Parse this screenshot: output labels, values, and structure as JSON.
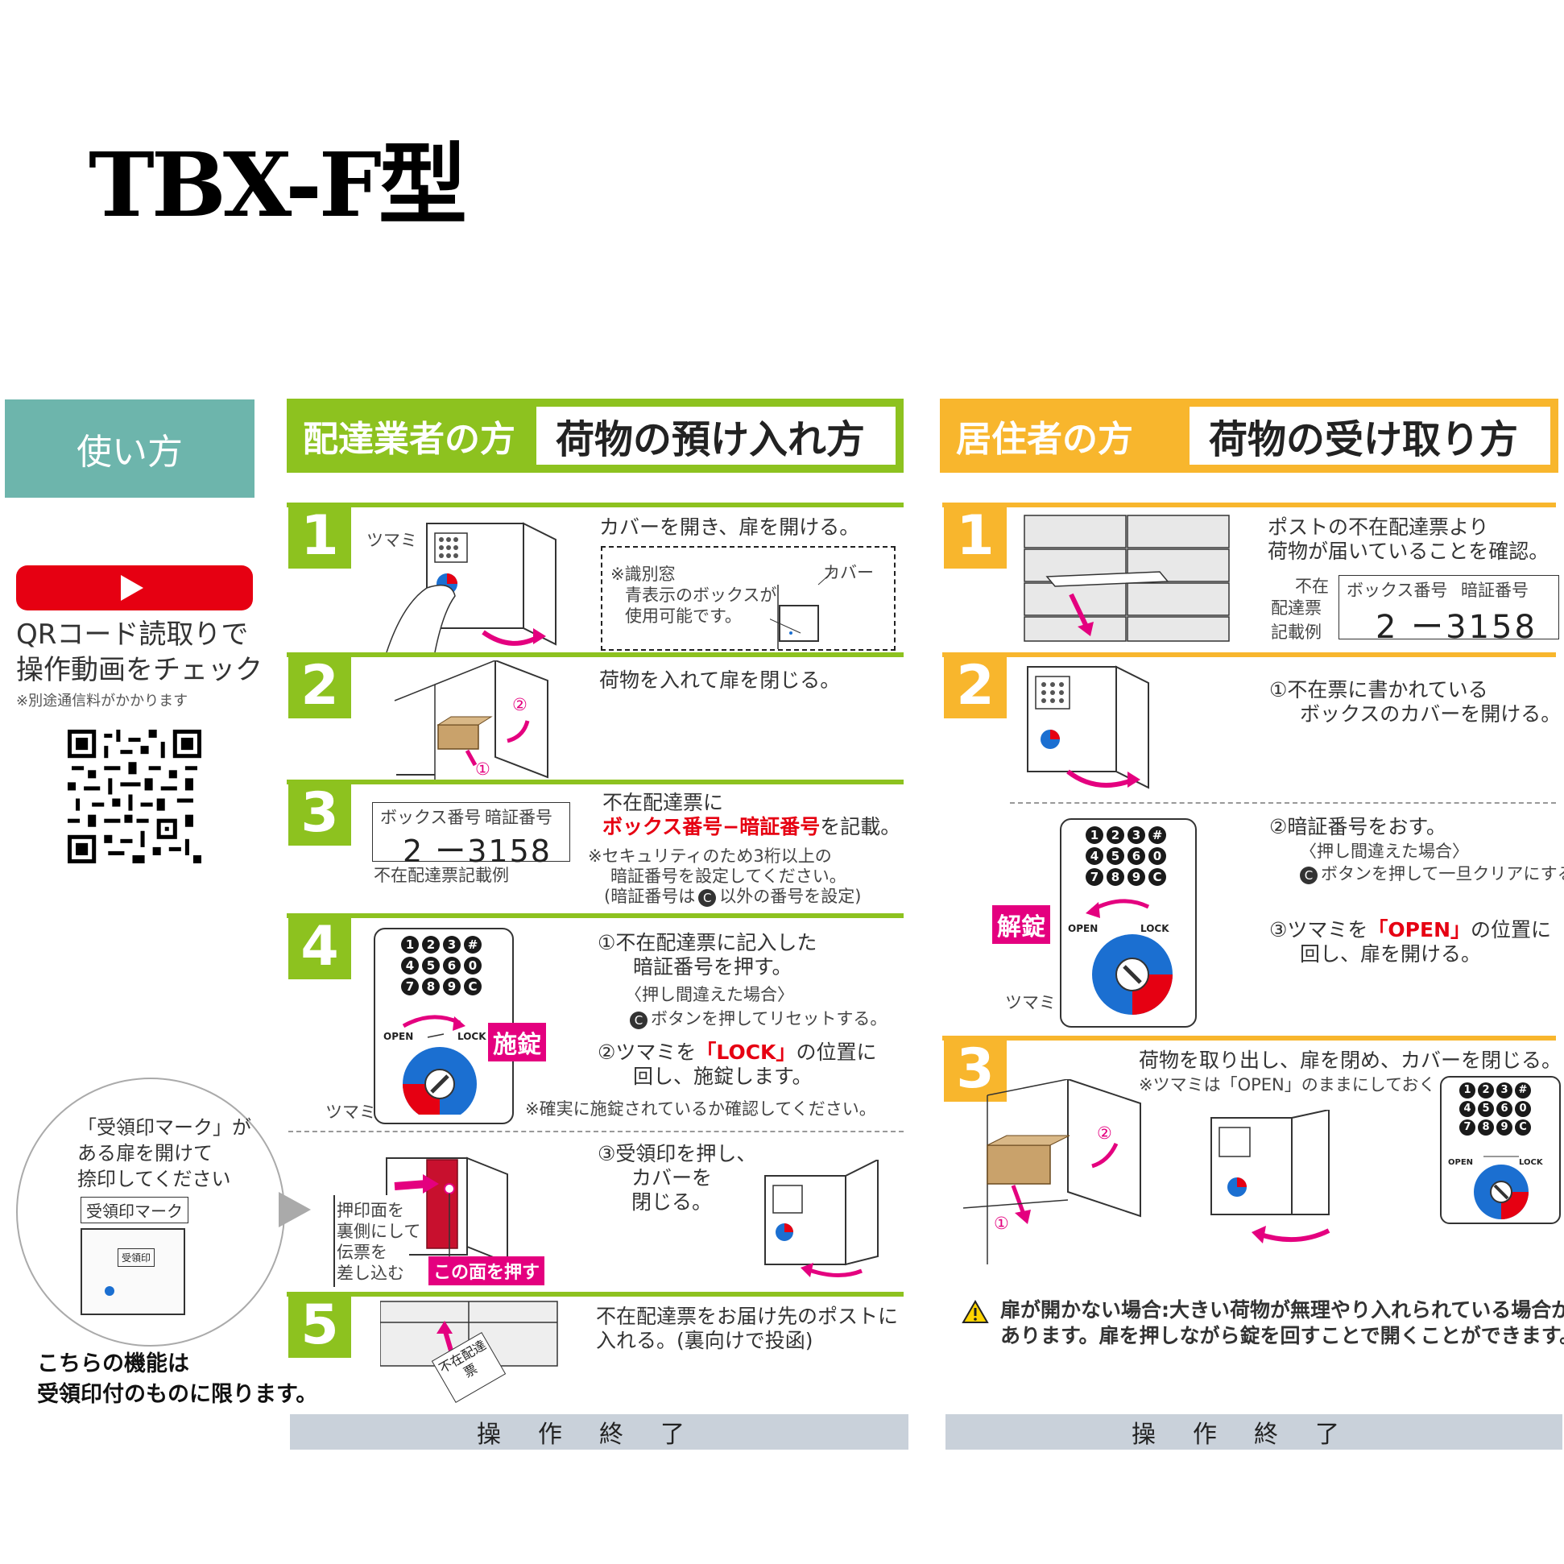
{
  "title": "TBX-F型",
  "sidebar": {
    "usage_label": "使い方",
    "qr_line1": "QRコード読取りで",
    "qr_line2": "操作動画をチェック",
    "qr_note": "※別途通信料がかかります",
    "bubble_line1": "「受領印マーク」が",
    "bubble_line2": "ある扉を開けて",
    "bubble_line3": "捺印してください",
    "mark_label": "受領印マーク",
    "mark_stamp": "受領印",
    "footnote_line1": "こちらの機能は",
    "footnote_line2": "受領印付のものに限ります。"
  },
  "left": {
    "header_label": "配達業者の方",
    "header_title": "荷物の預け入れ方",
    "s1": {
      "num": "1",
      "tsumami": "ツマミ",
      "text": "カバーを開き、扉を開ける。",
      "note1": "※識別窓",
      "note2": "青表示のボックスが",
      "note3": "使用可能です。",
      "cover": "カバー"
    },
    "s2": {
      "num": "2",
      "text": "荷物を入れて扉を閉じる。",
      "c1": "①",
      "c2": "②"
    },
    "s3": {
      "num": "3",
      "box_label": "ボックス番号",
      "code_label": "暗証番号",
      "value": "2 ー3158",
      "caption": "不在配達票記載例",
      "line1": "不在配達票に",
      "line2_red": "ボックス番号−暗証番号",
      "line2_rest": "を記載。",
      "note1": "※セキュリティのため3桁以上の",
      "note2": "暗証番号を設定してください。",
      "note3": "(暗証番号は",
      "note3_c": "C",
      "note3_rest": "以外の番号を設定)"
    },
    "s4": {
      "num": "4",
      "lock_badge": "施錠",
      "tsumami": "ツマミ",
      "i1a": "①不在配達票に記入した",
      "i1b": "暗証番号を押す。",
      "i1c": "〈押し間違えた場合〉",
      "i1d_c": "C",
      "i1d": "ボタンを押してリセットする。",
      "i2a_pre": "②ツマミを",
      "i2a_red": "「LOCK」",
      "i2a_post": "の位置に",
      "i2b": "回し、施錠します。",
      "note": "※確実に施錠されているか確認してください。",
      "i3a": "③受領印を押し、",
      "i3b": "カバーを",
      "i3c": "閉じる。",
      "side1": "押印面を",
      "side2": "裏側にして",
      "side3": "伝票を",
      "side4": "差し込む",
      "press_badge": "この面を押す"
    },
    "s5": {
      "num": "5",
      "text1": "不在配達票をお届け先のポストに",
      "text2": "入れる。(裏向けで投函)",
      "slip": "不在配達票"
    },
    "end": "操作終了"
  },
  "right": {
    "header_label": "居住者の方",
    "header_title": "荷物の受け取り方",
    "s1": {
      "num": "1",
      "text1": "ポストの不在配達票より",
      "text2": "荷物が届いていることを確認。",
      "side1": "不在",
      "side2": "配達票",
      "side3": "記載例",
      "box_label": "ボックス番号",
      "code_label": "暗証番号",
      "value": "2 ー3158"
    },
    "s2": {
      "num": "2",
      "i1a": "①不在票に書かれている",
      "i1b": "ボックスのカバーを開ける。",
      "i2a": "②暗証番号をおす。",
      "i2b": "〈押し間違えた場合〉",
      "i2c_c": "C",
      "i2c": "ボタンを押して一旦クリアにする。",
      "i3a_pre": "③ツマミを",
      "i3a_red": "「OPEN」",
      "i3a_post": "の位置に",
      "i3b": "回し、扉を開ける。",
      "unlock_badge": "解錠",
      "tsumami": "ツマミ"
    },
    "s3": {
      "num": "3",
      "text1": "荷物を取り出し、扉を閉め、カバーを閉じる。",
      "text2": "※ツマミは「OPEN」のままにしておく",
      "c1": "①",
      "c2": "②"
    },
    "warning1": "扉が開かない場合:大きい荷物が無理やり入れられている場合が",
    "warning2": "あります。扉を押しながら錠を回すことで開くことができます。",
    "end": "操作終了"
  },
  "keypad": {
    "row1": [
      "1",
      "2",
      "3",
      "#"
    ],
    "row2": [
      "4",
      "5",
      "6",
      "0"
    ],
    "row3": [
      "7",
      "8",
      "9",
      "C"
    ],
    "open": "OPEN",
    "lock": "LOCK"
  },
  "colors": {
    "green": "#8dc21f",
    "orange": "#f8b62d",
    "teal": "#6db5ac",
    "red": "#e60012",
    "pink": "#e4007f",
    "blue": "#1b6fd1"
  }
}
